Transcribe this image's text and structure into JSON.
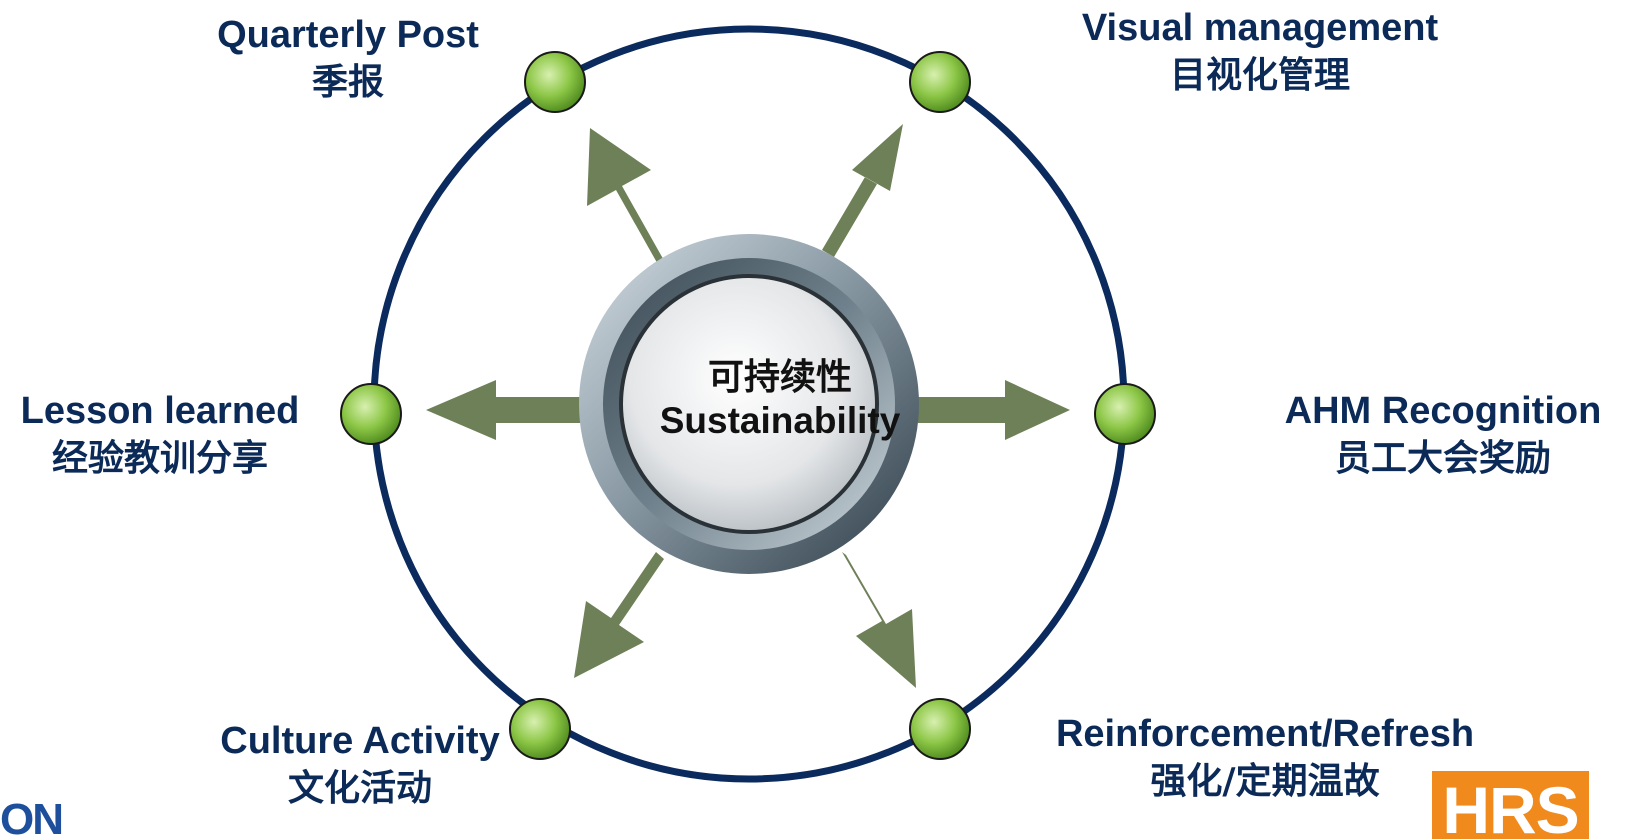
{
  "center": {
    "title_zh": "可持续性",
    "title_en": "Sustainability"
  },
  "items": [
    {
      "id": "quarterly-post",
      "en": "Quarterly Post",
      "zh": "季报"
    },
    {
      "id": "visual-management",
      "en": "Visual management",
      "zh": "目视化管理"
    },
    {
      "id": "lesson-learned",
      "en": "Lesson learned",
      "zh": "经验教训分享"
    },
    {
      "id": "ahm-recognition",
      "en": "AHM Recognition",
      "zh": "员工大会奖励"
    },
    {
      "id": "culture-activity",
      "en": "Culture Activity",
      "zh": "文化活动"
    },
    {
      "id": "reinforcement-refresh",
      "en": "Reinforcement/Refresh",
      "zh": "强化/定期温故"
    }
  ],
  "logos": {
    "left_partial": "ON",
    "right": "HRS"
  },
  "colors": {
    "ring": "#0b2a5e",
    "arrow": "#6e8058",
    "node": "#8cc646",
    "label_text": "#0b2a57",
    "hrs_logo": "#f08a1c"
  }
}
